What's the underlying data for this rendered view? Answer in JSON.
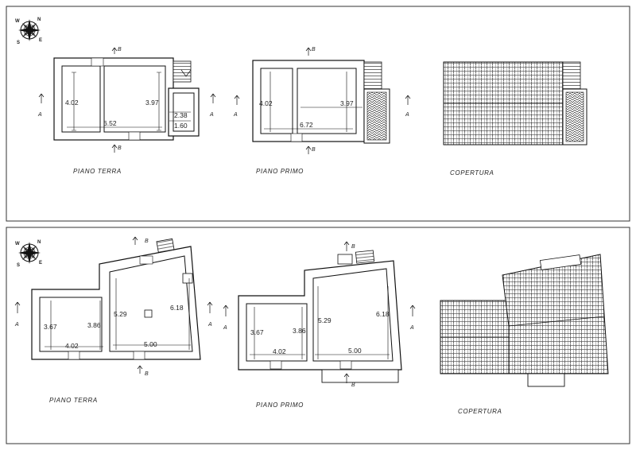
{
  "compass": {
    "n": "N",
    "s": "S",
    "w": "W",
    "e": "E"
  },
  "sections": {
    "a": "A",
    "b": "B"
  },
  "top_sheet": {
    "piano_terra": {
      "label": "PIANO  TERRA",
      "dims": [
        "4.02",
        "3.97",
        "6.52",
        "2.38",
        "1.60"
      ]
    },
    "piano_primo": {
      "label": "PIANO  PRIMO",
      "dims": [
        "4.02",
        "3.97",
        "6.72"
      ]
    },
    "copertura": {
      "label": "COPERTURA"
    }
  },
  "bottom_sheet": {
    "piano_terra": {
      "label": "PIANO  TERRA",
      "dims": [
        "3.67",
        "3.86",
        "4.02",
        "5.29",
        "6.18",
        "5.00"
      ]
    },
    "piano_primo": {
      "label": "PIANO  PRIMO",
      "dims": [
        "3.67",
        "3.86",
        "4.02",
        "5.29",
        "6.18",
        "5.00"
      ]
    },
    "copertura": {
      "label": "COPERTURA"
    }
  }
}
